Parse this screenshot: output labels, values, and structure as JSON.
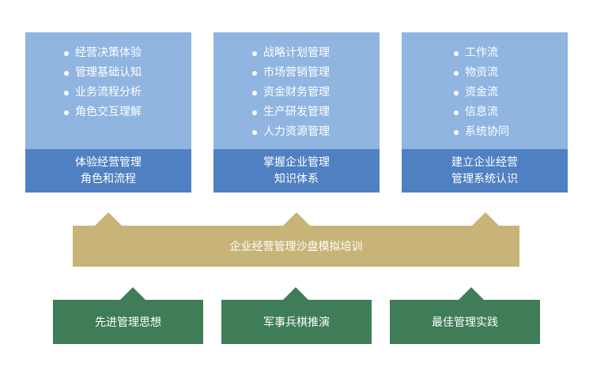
{
  "cards": [
    {
      "items": [
        "经营决策体验",
        "管理基础认知",
        "业务流程分析",
        "角色交互理解"
      ],
      "title_line1": "体验经营管理",
      "title_line2": "角色和流程"
    },
    {
      "items": [
        "战略计划管理",
        "市场营销管理",
        "资金财务管理",
        "生产研发管理",
        "人力资源管理"
      ],
      "title_line1": "掌握企业管理",
      "title_line2": "知识体系"
    },
    {
      "items": [
        "工作流",
        "物资流",
        "资金流",
        "信息流",
        "系统协同"
      ],
      "title_line1": "建立企业经营",
      "title_line2": "管理系统认识"
    }
  ],
  "band": {
    "label": "企业经营管理沙盘模拟培训"
  },
  "foundations": [
    {
      "label": "先进管理思想"
    },
    {
      "label": "军事兵棋推演"
    },
    {
      "label": "最佳管理实践"
    }
  ],
  "colors": {
    "card_light": "#8fb5e0",
    "card_dark": "#4f81c2",
    "band": "#c8b478",
    "green": "#3e7d57"
  }
}
